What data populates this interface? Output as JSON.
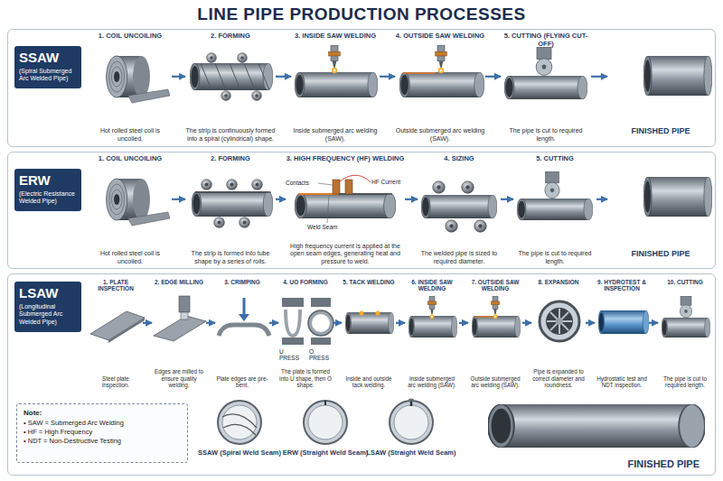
{
  "diagram": {
    "title": "LINE PIPE PRODUCTION PROCESSES",
    "nodes": [
      {
        "text": [
          "SSAW",
          "(Spiral Submerged Arc Welded Pipe)"
        ]
      },
      {
        "text": [
          "1. COIL UNCOILING",
          "Hot rolled steel coil is uncoiled."
        ],
        "in": 0
      },
      {
        "text": [
          "2. FORMING",
          "The strip is continuously formed into a spiral (cylindrical) shape."
        ],
        "in": 0
      },
      {
        "text": [
          "3. INSIDE SAW WELDING",
          "Inside submerged arc welding (SAW)."
        ],
        "in": 0
      },
      {
        "text": [
          "4. OUTSIDE SAW WELDING",
          "Outside submerged arc welding (SAW)."
        ],
        "in": 0
      },
      {
        "text": [
          "5. CUTTING (FLYING CUT-OFF)",
          "The pipe is cut to required length."
        ],
        "in": 0
      },
      {
        "text": [
          "FINISHED PIPE"
        ],
        "in": 0
      },
      {
        "text": [
          "ERW",
          "(Electric Resistance Welded Pipe)"
        ]
      },
      {
        "text": [
          "1. COIL UNCOILING",
          "Hot rolled steel coil is uncoiled."
        ],
        "in": 7
      },
      {
        "text": [
          "2. FORMING",
          "The strip is formed into tube shape by a series of rolls."
        ],
        "in": 7
      },
      {
        "text": [
          "3. HIGH FREQUENCY (HF) WELDING",
          "High frequency current is applied at the open seam edges, generating heat and pressure to weld."
        ],
        "in": 7
      },
      {
        "text": [
          "4. SIZING",
          "The welded pipe is sized to required diameter."
        ],
        "in": 7
      },
      {
        "text": [
          "5. CUTTING",
          "The pipe is cut to required length."
        ],
        "in": 7
      },
      {
        "text": [
          "FINISHED PIPE"
        ],
        "in": 7
      },
      {
        "text": [
          "LSAW",
          "(Longitudinal Submerged Arc Welded Pipe)"
        ]
      },
      {
        "text": [
          "1. PLATE INSPECTION",
          "Steel plate inspection."
        ],
        "in": 14
      },
      {
        "text": [
          "2. EDGE MILLING",
          "Edges are milled to ensure quality welding."
        ],
        "in": 14
      },
      {
        "text": [
          "3. CRIMPING",
          "Plate edges are pre-bent."
        ],
        "in": 14
      },
      {
        "text": [
          "4. UO FORMING",
          "The plate is formed into U shape, then O shape."
        ],
        "in": 14
      },
      {
        "text": [
          "5. TACK WELDING",
          "Inside and outside tack welding."
        ],
        "in": 14
      },
      {
        "text": [
          "6. INSIDE SAW WELDING",
          "Inside submerged arc welding (SAW)."
        ],
        "in": 14
      },
      {
        "text": [
          "7. OUTSIDE SAW WELDING",
          "Outside submerged arc welding (SAW)."
        ],
        "in": 14
      },
      {
        "text": [
          "8. EXPANSION",
          "Pipe is expanded to correct diameter and roundness."
        ],
        "in": 14
      },
      {
        "text": [
          "9. HYDROTEST & INSPECTION",
          "Hydrostatic test and NDT inspection."
        ],
        "in": 14
      },
      {
        "text": [
          "10. CUTTING",
          "The pipe is cut to required length."
        ],
        "in": 14
      },
      {
        "text": [
          "Note:",
          "• SAW = Submerged Arc Welding",
          "• HF = High Frequency",
          "• NDT = Non-Destructive Testing"
        ],
        "in": 14
      },
      {
        "text": [
          "FINISHED PIPE"
        ],
        "in": 14
      }
    ],
    "edges": [
      {
        "from": 1,
        "to": 2,
        "arrow": "to"
      },
      {
        "from": 2,
        "to": 3,
        "arrow": "to"
      },
      {
        "from": 3,
        "to": 4,
        "arrow": "to"
      },
      {
        "from": 4,
        "to": 5,
        "arrow": "to"
      },
      {
        "from": 5,
        "to": 6,
        "arrow": "to"
      },
      {
        "from": 8,
        "to": 9,
        "arrow": "to"
      },
      {
        "from": 9,
        "to": 10,
        "arrow": "to"
      },
      {
        "from": 10,
        "to": 11,
        "arrow": "to"
      },
      {
        "from": 11,
        "to": 12,
        "arrow": "to"
      },
      {
        "from": 12,
        "to": 13,
        "arrow": "to"
      },
      {
        "from": 15,
        "to": 16,
        "arrow": "to"
      },
      {
        "from": 16,
        "to": 17,
        "arrow": "to"
      },
      {
        "from": 17,
        "to": 18,
        "arrow": "to"
      },
      {
        "from": 18,
        "to": 19,
        "arrow": "to"
      },
      {
        "from": 19,
        "to": 20,
        "arrow": "to"
      },
      {
        "from": 20,
        "to": 21,
        "arrow": "to"
      },
      {
        "from": 21,
        "to": 22,
        "arrow": "to"
      },
      {
        "from": 22,
        "to": 23,
        "arrow": "to"
      },
      {
        "from": 23,
        "to": 24,
        "arrow": "to"
      }
    ],
    "labels": [
      "Contacts",
      "HF Current",
      "Weld Seam",
      "U PRESS",
      "O PRESS",
      "SSAW (Spiral Weld Seam)",
      "ERW (Straight Weld Seam)",
      "LSAW (Straight Weld Seam)"
    ]
  }
}
